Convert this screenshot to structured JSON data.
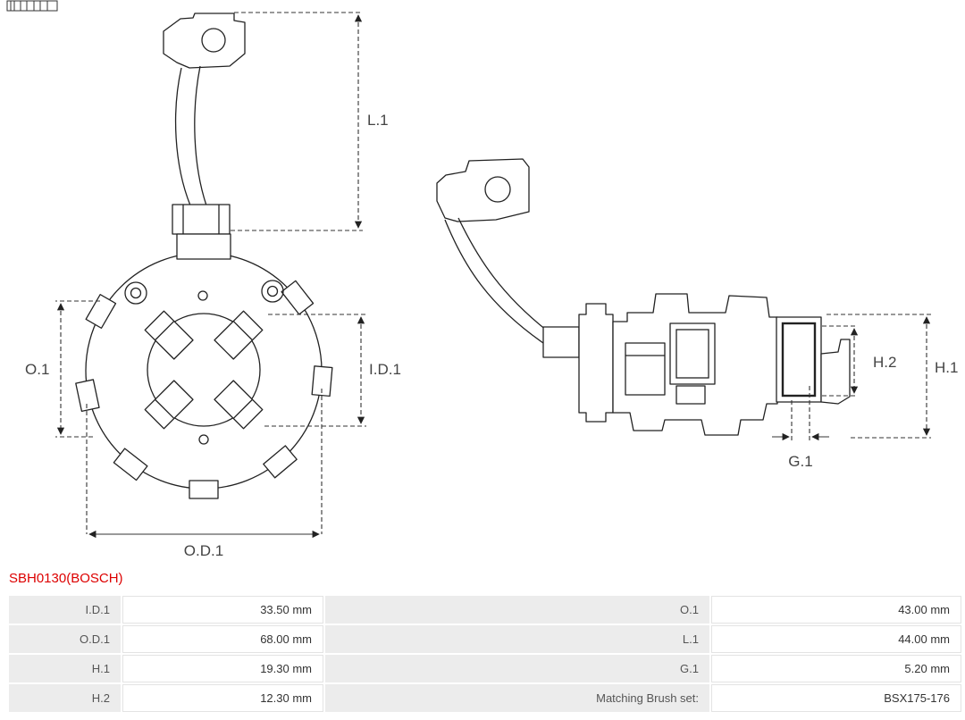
{
  "title": {
    "part_number": "SBH0130(BOSCH)"
  },
  "colors": {
    "accent_red": "#dd0000",
    "table_label_bg": "#ececec",
    "line": "#222222"
  },
  "diagram": {
    "labels": {
      "l1": "L.1",
      "o1": "O.1",
      "id1": "I.D.1",
      "od1": "O.D.1",
      "h1": "H.1",
      "h2": "H.2",
      "g1": "G.1"
    }
  },
  "table": {
    "rows": [
      {
        "label1": "I.D.1",
        "value1": "33.50 mm",
        "label2": "O.1",
        "value2": "43.00 mm"
      },
      {
        "label1": "O.D.1",
        "value1": "68.00 mm",
        "label2": "L.1",
        "value2": "44.00 mm"
      },
      {
        "label1": "H.1",
        "value1": "19.30 mm",
        "label2": "G.1",
        "value2": "5.20 mm"
      },
      {
        "label1": "H.2",
        "value1": "12.30 mm",
        "label2": "Matching Brush set:",
        "value2": "BSX175-176"
      }
    ]
  }
}
